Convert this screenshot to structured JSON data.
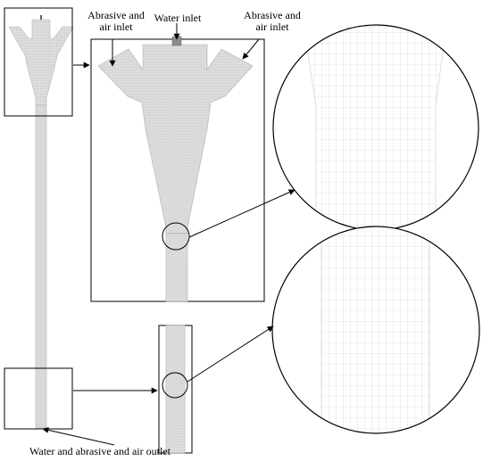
{
  "labels": {
    "abrasive_air_inlet_left_1": "Abrasive and",
    "abrasive_air_inlet_left_2": "air inlet",
    "water_inlet": "Water inlet",
    "abrasive_air_inlet_right_1": "Abrasive and",
    "abrasive_air_inlet_right_2": "air inlet",
    "outlet": "Water and abrasive and air outlet"
  },
  "colors": {
    "mesh_fill": "#dcdcdc",
    "mesh_line": "#c4c4c4",
    "mesh_dark": "#a8a8a8",
    "outline": "#000000",
    "inlet_pipe": "#909090"
  },
  "icons": {
    "arrow": "arrow-icon",
    "zoom_circle": "magnifier-circle"
  }
}
